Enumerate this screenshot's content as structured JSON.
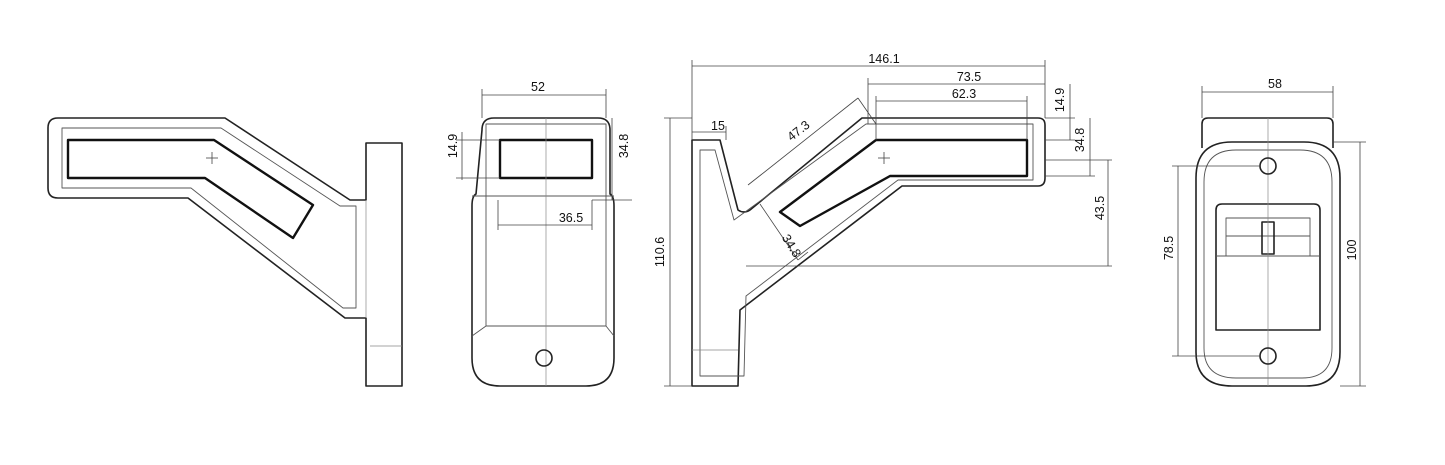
{
  "dimensions": {
    "side_view": [],
    "front_view": {
      "width": "52",
      "lens_height_left": "14.9",
      "lens_height_right": "34.8",
      "lens_width": "36.5"
    },
    "top_view": {
      "overall_length": "146.1",
      "upper_length": "73.5",
      "lens_length": "62.3",
      "base_offset": "15",
      "diagonal_length": "47.3",
      "diagonal_width": "34.8",
      "overall_height": "110.6",
      "right_height_1": "14.9",
      "right_height_2": "34.8",
      "right_height_3": "43.5"
    },
    "rear_view": {
      "width": "58",
      "hole_spacing": "78.5",
      "height": "100"
    }
  }
}
